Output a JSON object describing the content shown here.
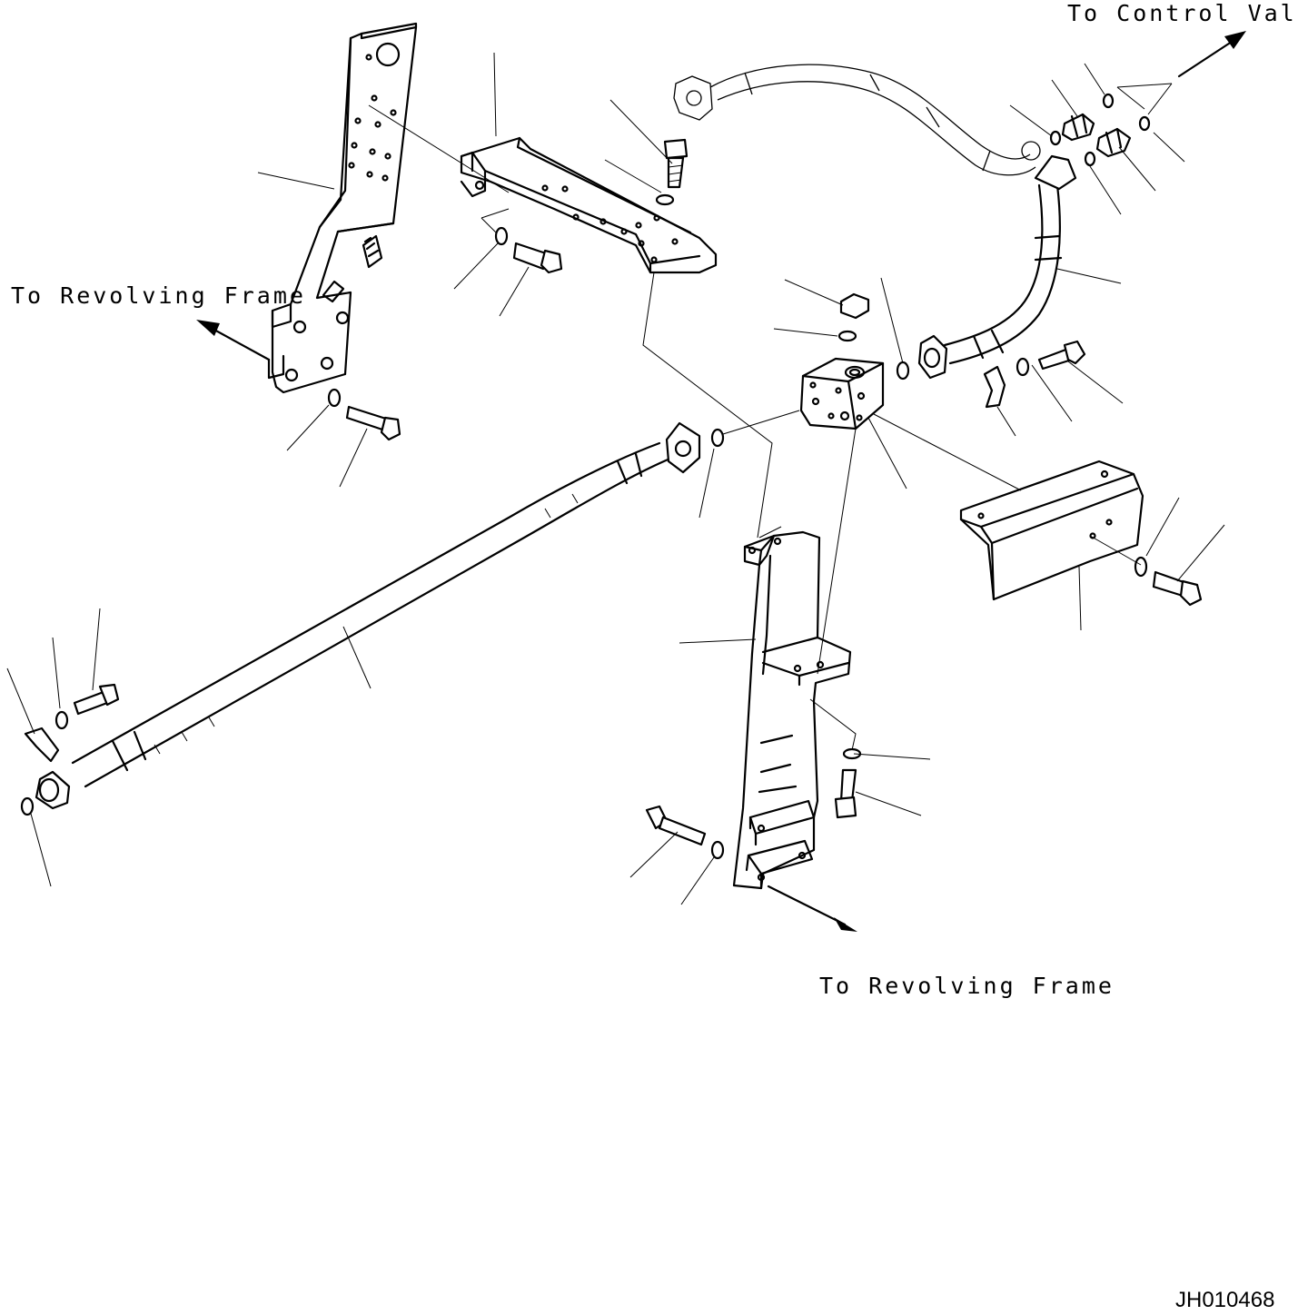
{
  "labels": {
    "to_control_valve": "To Control Valve",
    "to_revolving_frame_left": "To Revolving Frame",
    "to_revolving_frame_bottom": "To Revolving Frame",
    "drawing_id": "JH010468"
  },
  "icons": [
    "arrow-icon",
    "bolt-icon",
    "washer-icon",
    "o-ring-icon",
    "flange-clamp-icon",
    "connector-icon"
  ],
  "colors": {
    "line": "#000000",
    "background": "#ffffff"
  }
}
